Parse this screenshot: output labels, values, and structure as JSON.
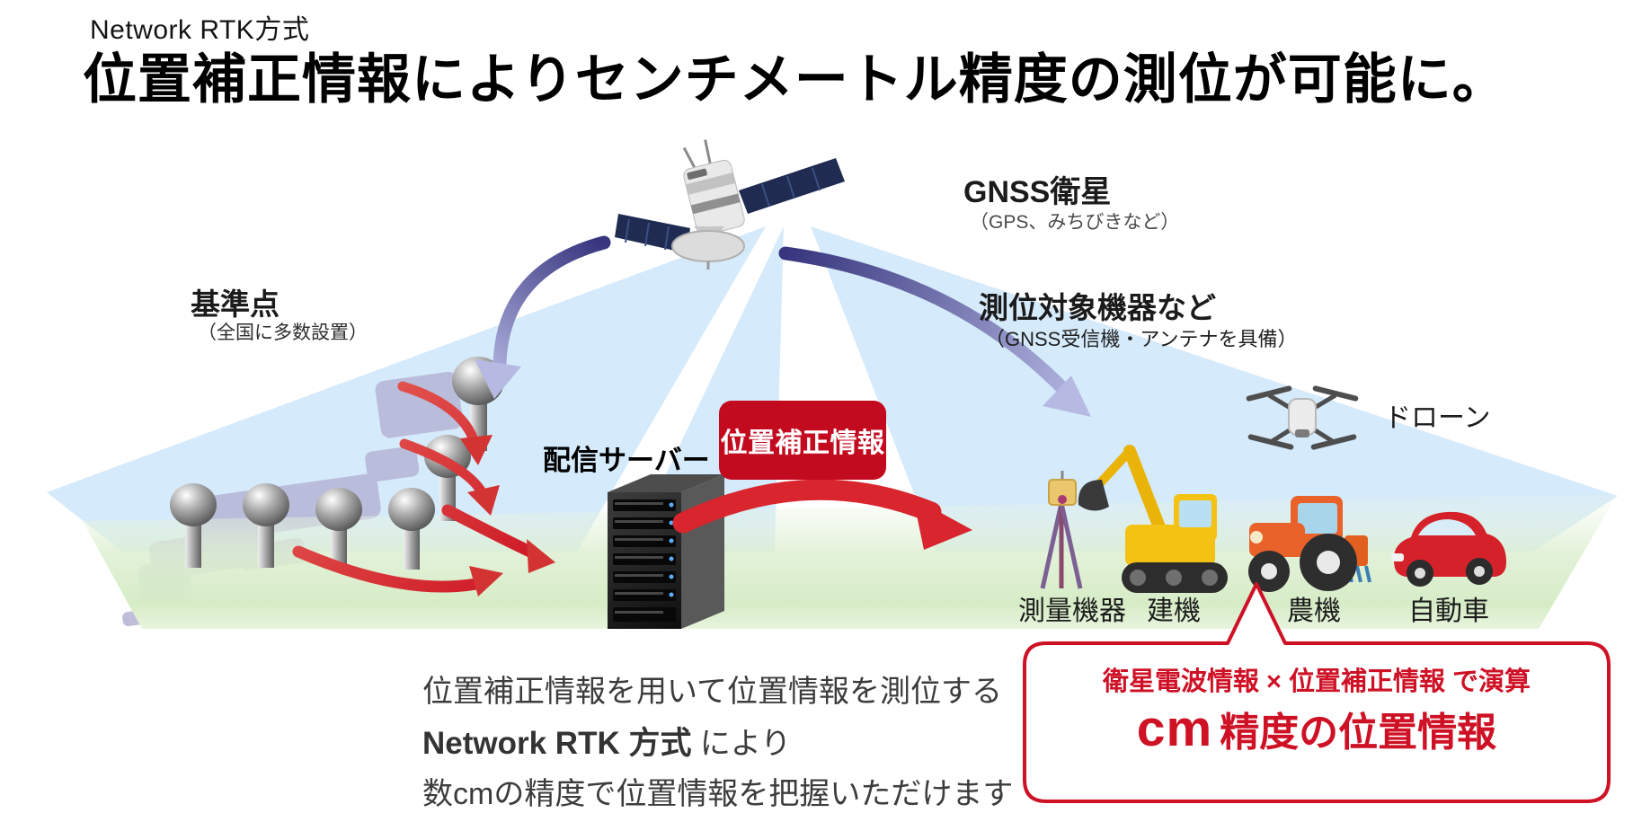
{
  "header": {
    "kicker": "Network RTK方式",
    "title": "位置補正情報によりセンチメートル精度の測位が可能に。"
  },
  "satellite": {
    "label": "GNSS衛星",
    "sublabel": "（GPS、みちびきなど）"
  },
  "reference_points": {
    "label": "基準点",
    "sublabel": "（全国に多数設置）"
  },
  "server": {
    "label": "配信サーバー"
  },
  "correction_badge": {
    "label": "位置補正情報"
  },
  "target_devices": {
    "label": "測位対象機器など",
    "sublabel": "（GNSS受信機・アンテナを具備）",
    "items": [
      {
        "name": "測量機器"
      },
      {
        "name": "建機"
      },
      {
        "name": "農機"
      },
      {
        "name": "自動車"
      },
      {
        "name": "ドローン"
      }
    ]
  },
  "footnote": {
    "line1": "位置補正情報を用いて位置情報を測位する",
    "line2_bold": "Network RTK 方式",
    "line2_rest": " により",
    "line3": "数cmの精度で位置情報を把握いただけます"
  },
  "bubble": {
    "line1": "衛星電波情報 × 位置補正情報 で演算",
    "line2_prefix": "cm",
    "line2_rest": " 精度の位置情報"
  },
  "colors": {
    "badge_red": "#c30b20",
    "bubble_red": "#cf1126",
    "beam_blue": "#d5eafa",
    "ground_green": "#d6ecc6",
    "arrow_purple": "#37357e",
    "arrow_red": "#d8252e",
    "map_lavender": "#b8b8d8"
  }
}
